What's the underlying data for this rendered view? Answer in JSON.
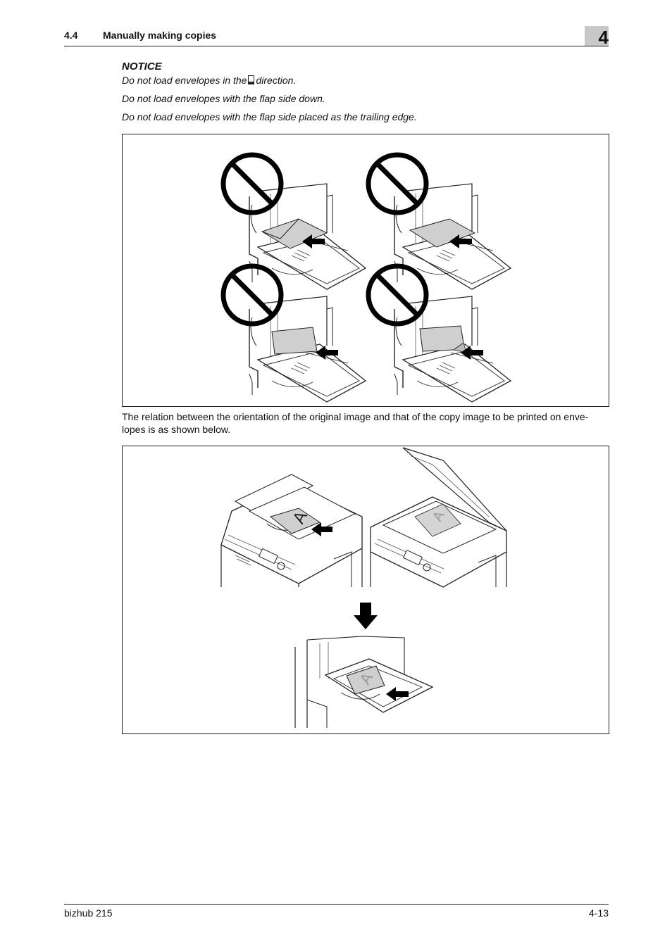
{
  "header": {
    "section_number": "4.4",
    "section_title": "Manually making copies",
    "chapter_number": "4"
  },
  "notice": {
    "title": "NOTICE",
    "line1_before": "Do not load envelopes in the",
    "line1_after": "direction.",
    "line2": "Do not load envelopes with the flap side down.",
    "line3": "Do not load envelopes with the flap side placed as the trailing edge."
  },
  "body": {
    "paragraph": "The relation between the orientation of the original image and that of the copy image to be printed on enve-lopes is as shown below."
  },
  "figure2": {
    "original_letter": "A",
    "copy_letter": "A"
  },
  "footer": {
    "product": "bizhub 215",
    "page": "4-13"
  }
}
